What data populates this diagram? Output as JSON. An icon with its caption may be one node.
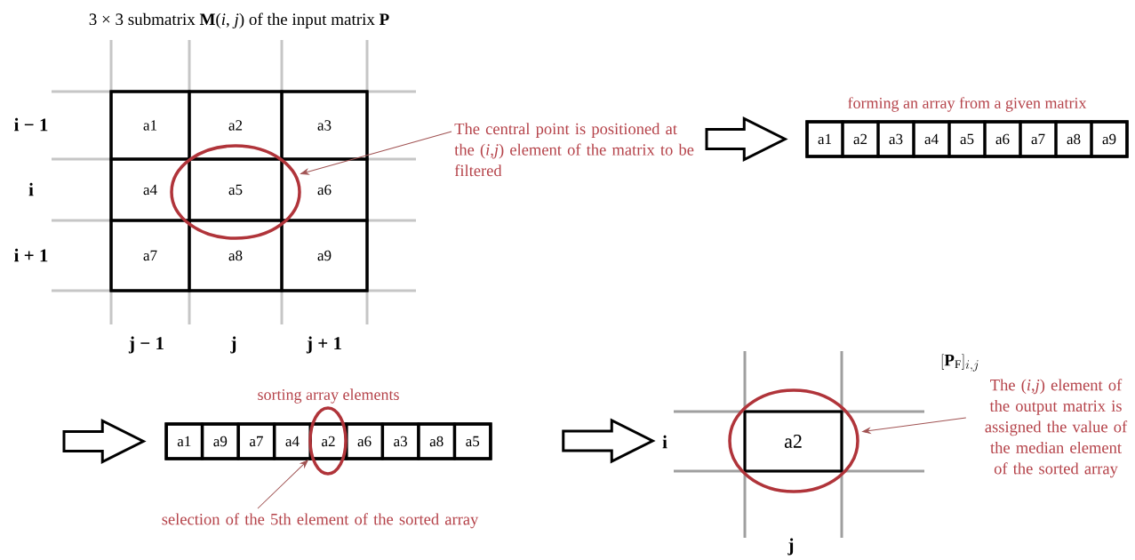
{
  "diagram": {
    "nodes": [
      {
        "text": [
          "3 × 3 submatrix **M**(*i*, *j*) of the input matrix **P**"
        ]
      },
      {
        "text": [
          "a1"
        ],
        "in": 0
      },
      {
        "text": [
          "a2"
        ],
        "in": 0
      },
      {
        "text": [
          "a3"
        ],
        "in": 0
      },
      {
        "text": [
          "a4"
        ],
        "in": 0
      },
      {
        "text": [
          "a5"
        ],
        "in": 10
      },
      {
        "text": [
          "a6"
        ],
        "in": 0
      },
      {
        "text": [
          "a7"
        ],
        "in": 0
      },
      {
        "text": [
          "a8"
        ],
        "in": 0
      },
      {
        "text": [
          "a9"
        ],
        "in": 0
      },
      {
        "text": [],
        "shape": "circle",
        "in": 0
      },
      {
        "text": [
          "The central point is positioned at the (*i*,*j*) element of the matrix to be filtered"
        ]
      },
      {
        "text": [
          "forming an array from a given matrix"
        ]
      },
      {
        "text": [
          "a1"
        ],
        "in": 12
      },
      {
        "text": [
          "a2"
        ],
        "in": 12
      },
      {
        "text": [
          "a3"
        ],
        "in": 12
      },
      {
        "text": [
          "a4"
        ],
        "in": 12
      },
      {
        "text": [
          "a5"
        ],
        "in": 12
      },
      {
        "text": [
          "a6"
        ],
        "in": 12
      },
      {
        "text": [
          "a7"
        ],
        "in": 12
      },
      {
        "text": [
          "a8"
        ],
        "in": 12
      },
      {
        "text": [
          "a9"
        ],
        "in": 12
      },
      {
        "text": [
          "sorting array elements"
        ]
      },
      {
        "text": [
          "a1"
        ],
        "in": 22
      },
      {
        "text": [
          "a9"
        ],
        "in": 22
      },
      {
        "text": [
          "a7"
        ],
        "in": 22
      },
      {
        "text": [
          "a4"
        ],
        "in": 22
      },
      {
        "text": [
          "a2"
        ]
      },
      {
        "text": [
          "a6"
        ],
        "in": 22
      },
      {
        "text": [
          "a3"
        ],
        "in": 22
      },
      {
        "text": [
          "a8"
        ],
        "in": 22
      },
      {
        "text": [
          "a5"
        ],
        "in": 22
      },
      {
        "text": [],
        "shape": "circle"
      },
      {
        "text": [
          "selection of the 5th element of the sorted array"
        ]
      },
      {
        "text": [
          "a2"
        ],
        "in": 35
      },
      {
        "text": [],
        "shape": "circle"
      },
      {
        "text": [
          "The (*i*,*j*) element of the output matrix is assigned the value of the median element of the sorted array"
        ]
      }
    ],
    "edges": [
      {
        "from": 11,
        "to": 10,
        "arrow": "to",
        "color": "#a05252"
      },
      {
        "from": null,
        "to": 12,
        "arrow": "to",
        "style": "thick"
      },
      {
        "from": null,
        "to": 22,
        "arrow": "to",
        "style": "thick"
      },
      {
        "from": 33,
        "to": 32,
        "arrow": "to",
        "color": "#a05252"
      },
      {
        "from": 22,
        "to": 35,
        "arrow": "to",
        "style": "thick"
      },
      {
        "from": 36,
        "to": 35,
        "arrow": "to",
        "color": "#a05252"
      }
    ],
    "labels": [
      "i − 1",
      "i",
      "i + 1",
      "j − 1",
      "j",
      "j + 1",
      "[\\mathbf{P}_{\\mathrm{F}}]_{i,j}",
      "i",
      "j"
    ]
  }
}
